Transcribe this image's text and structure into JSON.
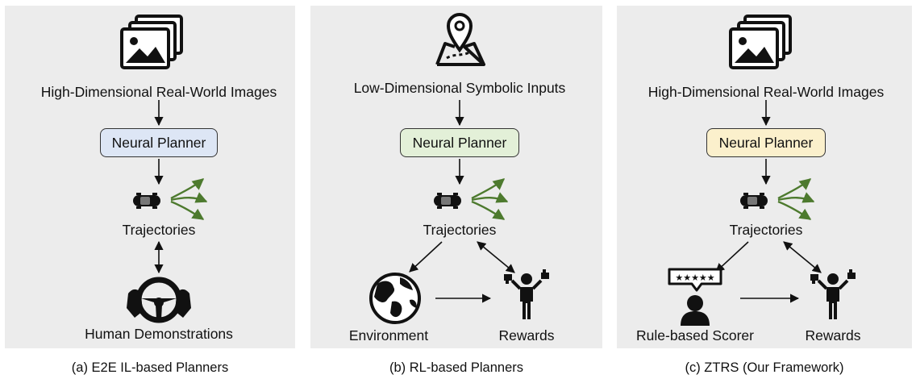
{
  "panels": [
    {
      "input_label": "High-Dimensional Real-World Images",
      "planner_label": "Neural Planner",
      "planner_color": "#dde6f5",
      "trajectories_label": "Trajectories",
      "bottom_label": "Human Demonstrations",
      "caption": "(a) E2E IL-based Planners",
      "input_icon": "images-stack-icon",
      "bottom_icon": "steering-wheel-icon"
    },
    {
      "input_label": "Low-Dimensional Symbolic Inputs",
      "planner_label": "Neural Planner",
      "planner_color": "#e3f0d8",
      "trajectories_label": "Trajectories",
      "left_label": "Environment",
      "right_label": "Rewards",
      "caption": "(b) RL-based Planners",
      "input_icon": "map-pin-icon",
      "left_icon": "globe-icon",
      "right_icon": "person-thumbs-icon"
    },
    {
      "input_label": "High-Dimensional Real-World Images",
      "planner_label": "Neural Planner",
      "planner_color": "#fbf0cc",
      "trajectories_label": "Trajectories",
      "left_label": "Rule-based Scorer",
      "right_label": "Rewards",
      "caption": "(c) ZTRS (Our Framework)",
      "input_icon": "images-stack-icon",
      "left_icon": "rating-person-icon",
      "right_icon": "person-thumbs-icon"
    }
  ],
  "colors": {
    "trajectory_arrows": "#4d7a2e",
    "panel_bg": "#ececec"
  }
}
